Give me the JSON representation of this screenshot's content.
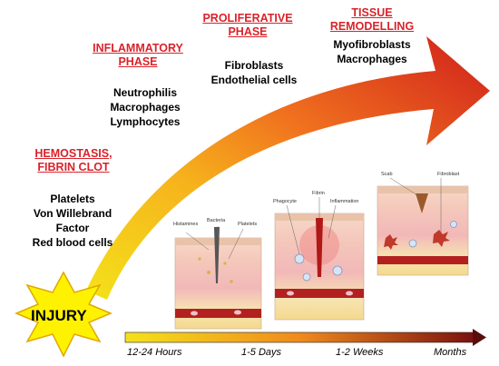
{
  "phases": [
    {
      "id": "hemostasis",
      "title_lines": [
        "HEMOSTASIS,",
        "FIBRIN CLOT"
      ],
      "cells": [
        "Platelets",
        "Von Willebrand",
        "Factor",
        "Red blood cells"
      ]
    },
    {
      "id": "inflammatory",
      "title_lines": [
        "INFLAMMATORY",
        "PHASE"
      ],
      "cells": [
        "Neutrophilis",
        "Macrophages",
        "Lymphocytes"
      ]
    },
    {
      "id": "proliferative",
      "title_lines": [
        "PROLIFERATIVE",
        "PHASE"
      ],
      "cells": [
        "Fibroblasts",
        "Endothelial cells"
      ]
    },
    {
      "id": "remodelling",
      "title_lines": [
        "TISSUE REMODELLING"
      ],
      "cells": [
        "Myofibroblasts",
        "Macrophages"
      ]
    }
  ],
  "injury_label": "INJURY",
  "timeline": [
    "12-24 Hours",
    "1-5 Days",
    "1-2 Weeks",
    "Months"
  ],
  "skin_panels": [
    {
      "labels": [
        "Histamines",
        "Bacteria",
        "Platelets"
      ]
    },
    {
      "labels": [
        "Phagocyte",
        "Fibrin",
        "Inflammation"
      ]
    },
    {
      "labels": [
        "Scab",
        "Fibroblast"
      ]
    }
  ],
  "colors": {
    "title_red": "#d8232a",
    "arrow_start": "#f4e21a",
    "arrow_mid": "#f39a1c",
    "arrow_end": "#d6231f",
    "star_yellow": "#fff200"
  }
}
